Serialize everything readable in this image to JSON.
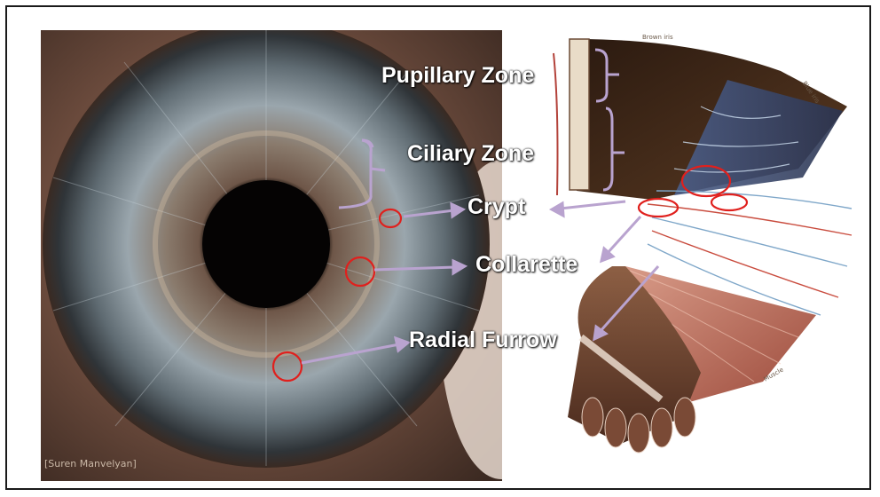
{
  "labels": {
    "pupillary_zone": "Pupillary Zone",
    "ciliary_zone": "Ciliary Zone",
    "crypt": "Crypt",
    "collarette": "Collarette",
    "radial_furrow": "Radial Furrow"
  },
  "credit": "[Suren Manvelyan]",
  "diagram_text": {
    "top_small": "Brown iris",
    "right_small": "Blue iris",
    "muscle_small": "Muscle"
  },
  "colors": {
    "arrow": "#b9a3cf",
    "marker_circle": "#e0201d",
    "label_text": "#ffffff"
  }
}
